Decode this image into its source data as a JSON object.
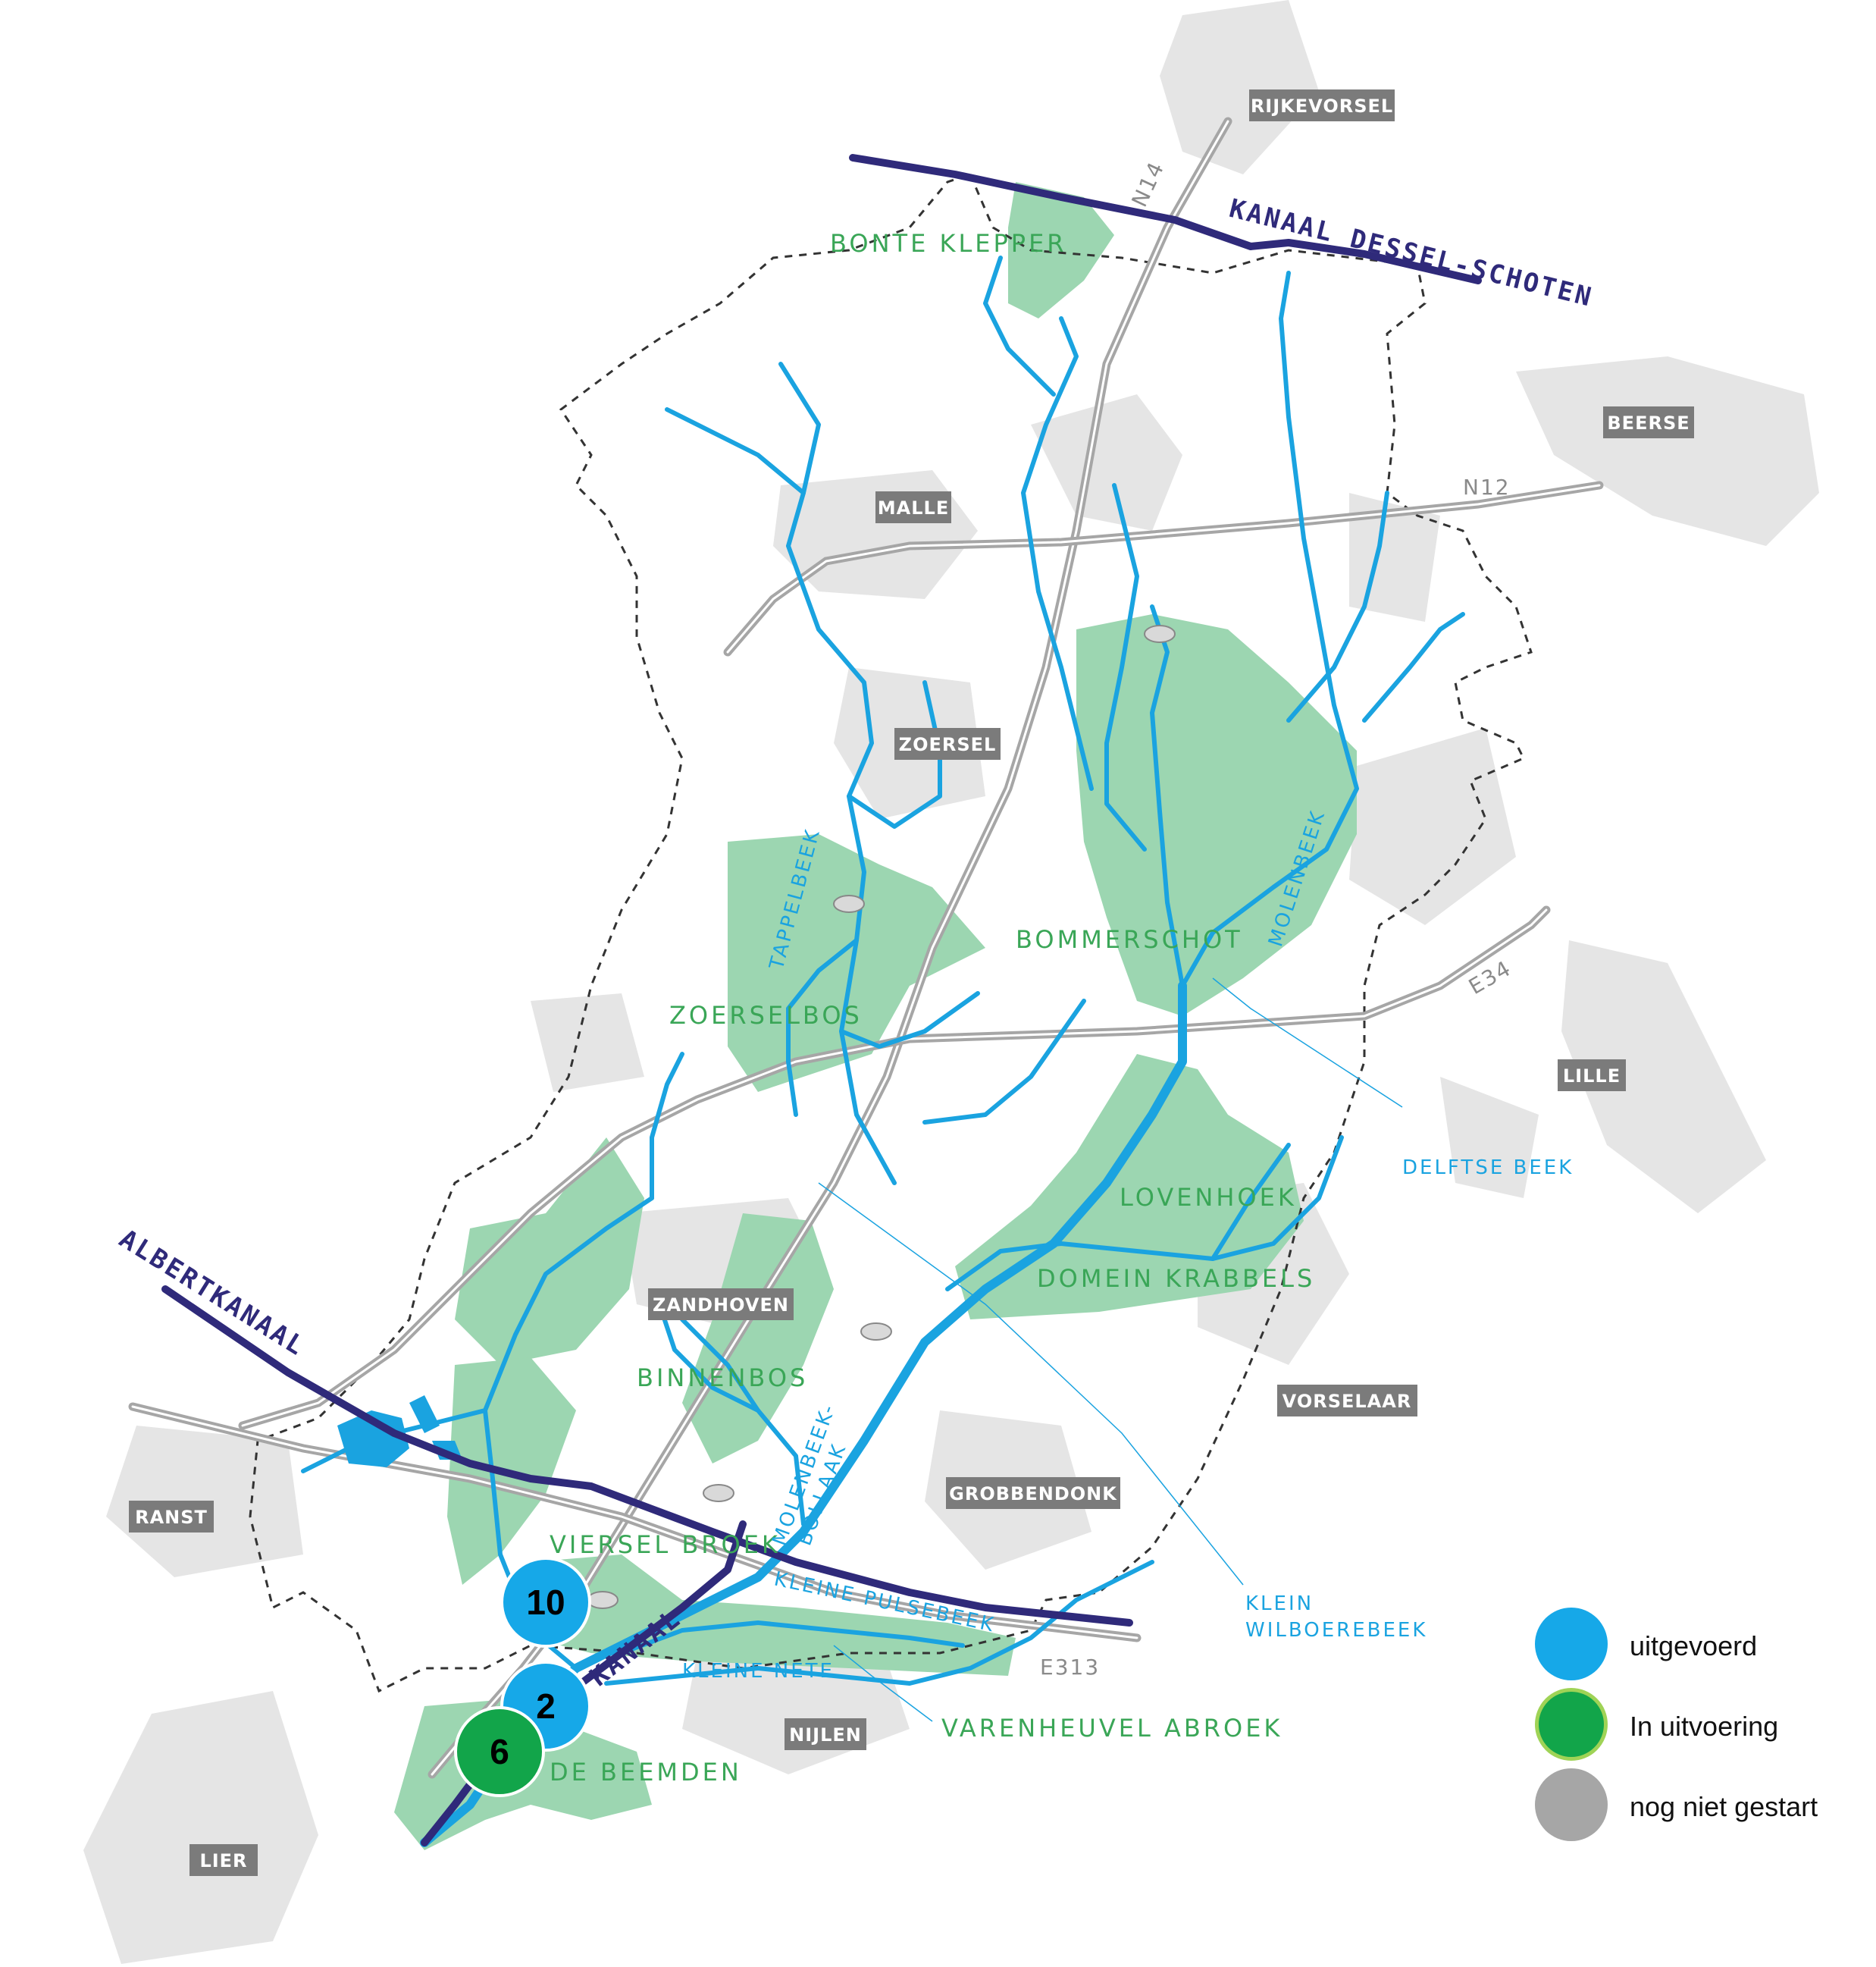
{
  "map": {
    "towns": [
      "RIJKEVORSEL",
      "BEERSE",
      "MALLE",
      "ZOERSEL",
      "LILLE",
      "ZANDHOVEN",
      "VORSELAAR",
      "GROBBENDONK",
      "RANST",
      "NIJLEN",
      "LIER"
    ],
    "nature_areas": [
      "BONTE KLEPPER",
      "BOMMERSCHOT",
      "ZOERSELBOS",
      "LOVENHOEK",
      "DOMEIN KRABBELS",
      "BINNENBOS",
      "VIERSEL BROEK",
      "DE BEEMDEN",
      "VARENHEUVEL ABROEK"
    ],
    "canals": [
      "KANAAL DESSEL-SCHOTEN",
      "ALBERTKANAAL",
      "KANAAL"
    ],
    "brooks": [
      "TAPPELBEEK",
      "MOLENBEEK",
      "DELFTSE BEEK",
      "MOLENBEEK-",
      "BOLLAAK",
      "KLEINE PULSEBEEK",
      "KLEIN",
      "WILBOEREBEEK",
      "KLEINE NETE"
    ],
    "roads": [
      "N14",
      "N12",
      "E34",
      "E313"
    ]
  },
  "markers": [
    {
      "label": "10",
      "status": "uitgevoerd",
      "color": "#16a8e8"
    },
    {
      "label": "2",
      "status": "uitgevoerd",
      "color": "#16a8e8"
    },
    {
      "label": "6",
      "status": "In uitvoering",
      "color": "#12a54a"
    }
  ],
  "legend": {
    "items": [
      {
        "label": "uitgevoerd",
        "color": "#16a8e8",
        "border": "#16a8e8"
      },
      {
        "label": "In uitvoering",
        "color": "#12a54a",
        "border": "#9fd356"
      },
      {
        "label": "nog niet gestart",
        "color": "#a6a6a6",
        "border": "#a6a6a6"
      }
    ]
  },
  "colors": {
    "nature": "#9cd6b1",
    "urban": "#e5e5e5",
    "river": "#1aa3e0",
    "canal": "#2f2a7a",
    "road": "#a6a6a6"
  }
}
